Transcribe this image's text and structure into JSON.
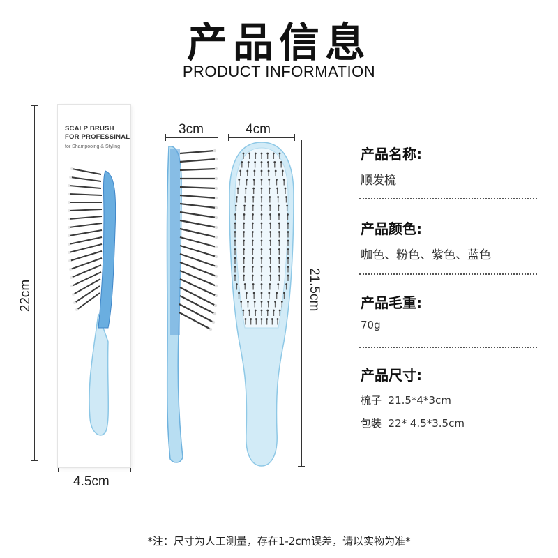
{
  "header": {
    "title_cn": "产品信息",
    "title_en": "PRODUCT INFORMATION"
  },
  "box": {
    "line1": "SCALP BRUSH",
    "line2": "FOR PROFESSINAL",
    "line3": "for Shampooing & Styling"
  },
  "dimensions": {
    "box_height": "22cm",
    "box_width": "4.5cm",
    "side_width": "3cm",
    "front_width": "4cm",
    "brush_length": "21.5cm"
  },
  "info": {
    "name_label": "产品名称:",
    "name_value": "顺发梳",
    "color_label": "产品颜色:",
    "color_value": "咖色、粉色、紫色、蓝色",
    "weight_label": "产品毛重:",
    "weight_value": "70g",
    "size_label": "产品尺寸:",
    "size_row1": "梳子  21.5*4*3cm",
    "size_row2": "包装  22* 4.5*3.5cm"
  },
  "footnote": "*注：尺寸为人工测量，存在1-2cm误差，请以实物为准*",
  "colors": {
    "brush_blue": "#9fd3ec",
    "brush_blue_dark": "#4a8fd0",
    "bristle_dark": "#333333"
  }
}
